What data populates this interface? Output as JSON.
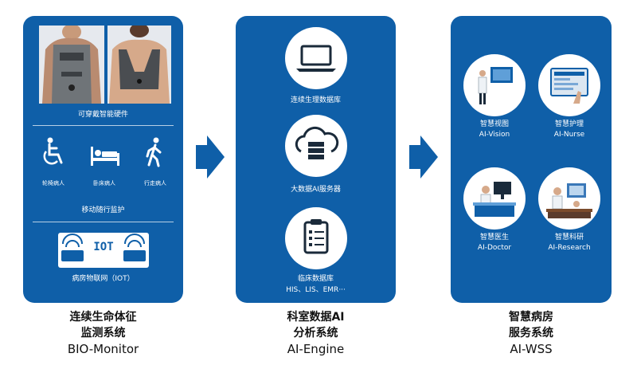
{
  "panel_bio": {
    "hardware_label": "可穿戴智能硬件",
    "patients": [
      "轮椅病人",
      "卧床病人",
      "行走病人"
    ],
    "mobile_monitor_label": "移动随行监护",
    "iot_badge": "IOT",
    "iot_label": "病房物联网（IOT）"
  },
  "panel_engine": {
    "items": [
      "连续生理数据库",
      "大数据AI服务器",
      "临床数据库"
    ],
    "his_label": "HIS、LIS、EMR···"
  },
  "panel_wss": {
    "items": [
      {
        "cn": "智慧视图",
        "en": "AI-Vision"
      },
      {
        "cn": "智慧护理",
        "en": "AI-Nurse"
      },
      {
        "cn": "智慧医生",
        "en": "AI-Doctor"
      },
      {
        "cn": "智慧科研",
        "en": "AI-Research"
      }
    ]
  },
  "captions": [
    {
      "line1": "连续生命体征",
      "line2": "监测系统",
      "en": "BIO-Monitor"
    },
    {
      "line1": "科室数据AI",
      "line2": "分析系统",
      "en": "AI-Engine"
    },
    {
      "line1": "智慧病房",
      "line2": "服务系统",
      "en": "AI-WSS"
    }
  ],
  "colors": {
    "panel": "#0f5fa8",
    "arrow": "#0f5fa8"
  }
}
